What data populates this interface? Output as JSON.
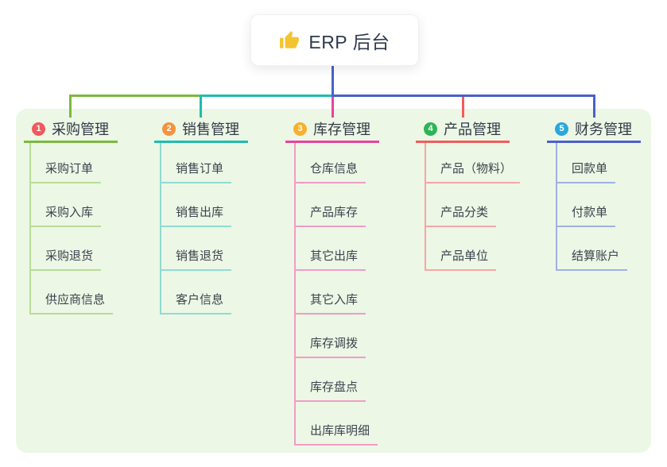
{
  "root": {
    "title": "ERP 后台",
    "icon": "thumbs-up"
  },
  "canvas": {
    "background": "#ffffff",
    "panel_background": "#ecf7e6"
  },
  "palette": {
    "stem": "#4a5fce",
    "icon_gold": "#f4c430",
    "root_text": "#2e3a4e",
    "branch_text": "#323a46",
    "child_text": "#3d434d"
  },
  "branches": [
    {
      "index": "1",
      "label": "采购管理",
      "badge_color": "#f0595d",
      "line_color": "#7cb93f",
      "child_line_color": "#b9dc97",
      "children": [
        "采购订单",
        "采购入库",
        "采购退货",
        "供应商信息"
      ]
    },
    {
      "index": "2",
      "label": "销售管理",
      "badge_color": "#f5923d",
      "line_color": "#1fbcad",
      "child_line_color": "#8fdcd2",
      "children": [
        "销售订单",
        "销售出库",
        "销售退货",
        "客户信息"
      ]
    },
    {
      "index": "3",
      "label": "库存管理",
      "badge_color": "#f8b02c",
      "line_color": "#e8439c",
      "child_line_color": "#f29cc6",
      "children": [
        "仓库信息",
        "产品库存",
        "其它出库",
        "其它入库",
        "库存调拨",
        "库存盘点",
        "出库库明细"
      ]
    },
    {
      "index": "4",
      "label": "产品管理",
      "badge_color": "#2eb457",
      "line_color": "#f25c5c",
      "child_line_color": "#f7a7a5",
      "children": [
        "产品（物料）",
        "产品分类",
        "产品单位"
      ]
    },
    {
      "index": "5",
      "label": "财务管理",
      "badge_color": "#2ba7dc",
      "line_color": "#4a5fce",
      "child_line_color": "#9fb1e4",
      "children": [
        "回款单",
        "付款单",
        "结算账户"
      ]
    }
  ]
}
